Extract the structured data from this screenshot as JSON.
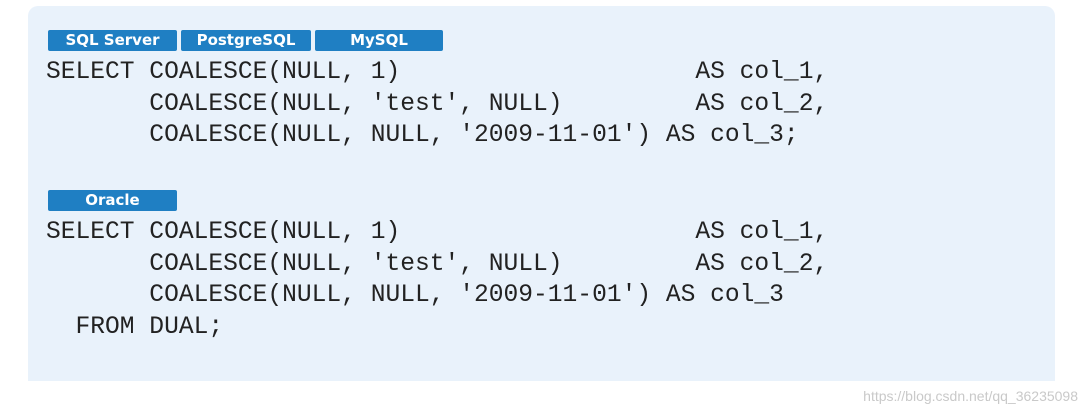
{
  "section1": {
    "tabs": [
      "SQL Server",
      "PostgreSQL",
      "MySQL"
    ],
    "code": [
      "SELECT COALESCE(NULL, 1)                    AS col_1,",
      "       COALESCE(NULL, 'test', NULL)         AS col_2,",
      "       COALESCE(NULL, NULL, '2009-11-01') AS col_3;"
    ]
  },
  "section2": {
    "tabs": [
      "Oracle"
    ],
    "code": [
      "SELECT COALESCE(NULL, 1)                    AS col_1,",
      "       COALESCE(NULL, 'test', NULL)         AS col_2,",
      "       COALESCE(NULL, NULL, '2009-11-01') AS col_3",
      "  FROM DUAL;"
    ]
  },
  "watermark": "https://blog.csdn.net/qq_36235098"
}
